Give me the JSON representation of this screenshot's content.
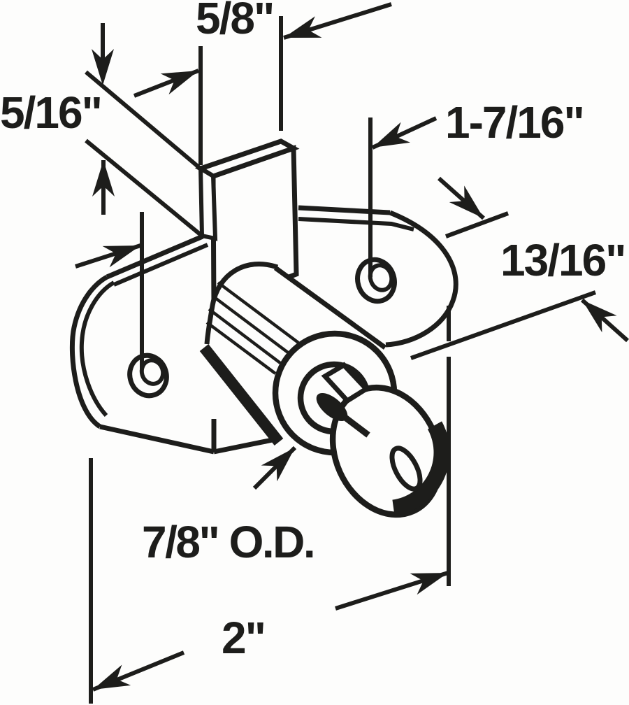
{
  "drawing": {
    "background": "#fdfdfc",
    "line_color": "#1d1d1b",
    "labels": {
      "cam_width": "5/8\"",
      "cam_offset": "5/16\"",
      "hole_spacing": "1-7/16\"",
      "body_depth": "13/16\"",
      "cylinder_od": "7/8\" O.D.",
      "overall_length": "2\""
    }
  }
}
